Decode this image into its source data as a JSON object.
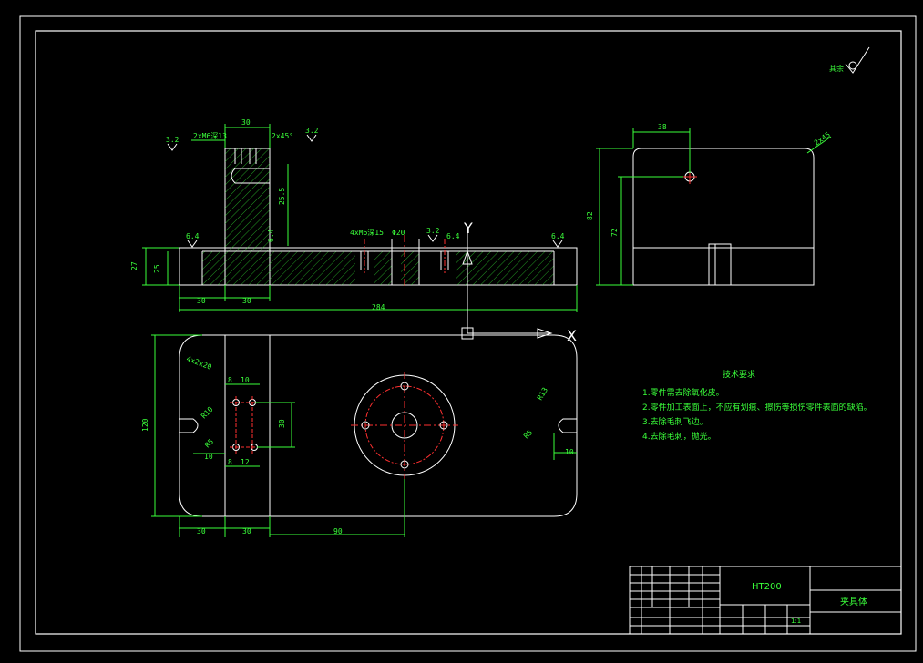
{
  "colors": {
    "background": "#000000",
    "outline": "#ffffff",
    "dimension": "#3aff3a",
    "centerline": "#ff3030",
    "hatch": "#3aff3a"
  },
  "front_view": {
    "dim_30_top": "30",
    "thread_note": "2xM6深13",
    "chamfer_note": "2x45°",
    "roughness_a": "3.2",
    "roughness_b": "3.2",
    "roughness_c": "6.4",
    "roughness_d": "6.4",
    "roughness_e": "3.2",
    "roughness_f": "6.4",
    "hole_note": "4xM6深15",
    "dia_note": "Φ20",
    "dim_27": "27",
    "dim_25": "25",
    "dim_30_left": "30",
    "dim_30_mid": "30",
    "dim_total": "284",
    "dim_vertical": "25.5"
  },
  "side_view": {
    "dim_38": "38",
    "dim_82": "82",
    "dim_72": "72",
    "chamfer": "2x45"
  },
  "top_view": {
    "axis_x": "X",
    "axis_y": "Y",
    "dim_8a": "8",
    "dim_10a": "10",
    "dim_30r": "30",
    "dim_10b": "10",
    "dim_8b": "8",
    "dim_12": "12",
    "dim_r10": "R10",
    "dim_r5": "R5",
    "dim_120": "120",
    "dim_30a": "30",
    "dim_30b": "30",
    "dim_90": "90",
    "dim_r13": "R13",
    "dim_r5b": "R5",
    "dim_10c": "10",
    "chamfer": "4x2x20"
  },
  "roughness_symbol": "其余",
  "tech_requirements": {
    "title": "技术要求",
    "items": [
      "1.零件需去除氧化皮。",
      "2.零件加工表面上，不应有划痕、擦伤等损伤零件表面的缺陷。",
      "3.去除毛刺飞边。",
      "4.去除毛刺，抛光。"
    ]
  },
  "title_block": {
    "material": "HT200",
    "part_name": "夹具体",
    "scale": "1:1"
  }
}
